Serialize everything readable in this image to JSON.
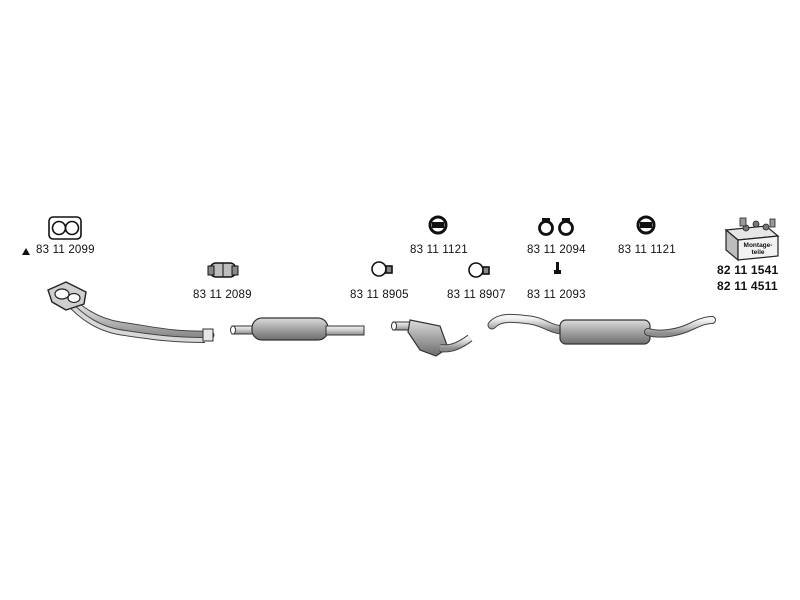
{
  "parts": {
    "gasket": "83 11 2099",
    "clamp_large": "83 11 2089",
    "clamp_small_a": "83 11 8905",
    "hanger_a": "83 11 1121",
    "clamp_small_b": "83 11 8907",
    "rings": "83 11 2094",
    "bolt": "83 11 2093",
    "hanger_b": "83 11 1121",
    "kit_1": "82 11 1541",
    "kit_2": "82 11 4511"
  },
  "kit_box_label": "Montage-teile"
}
